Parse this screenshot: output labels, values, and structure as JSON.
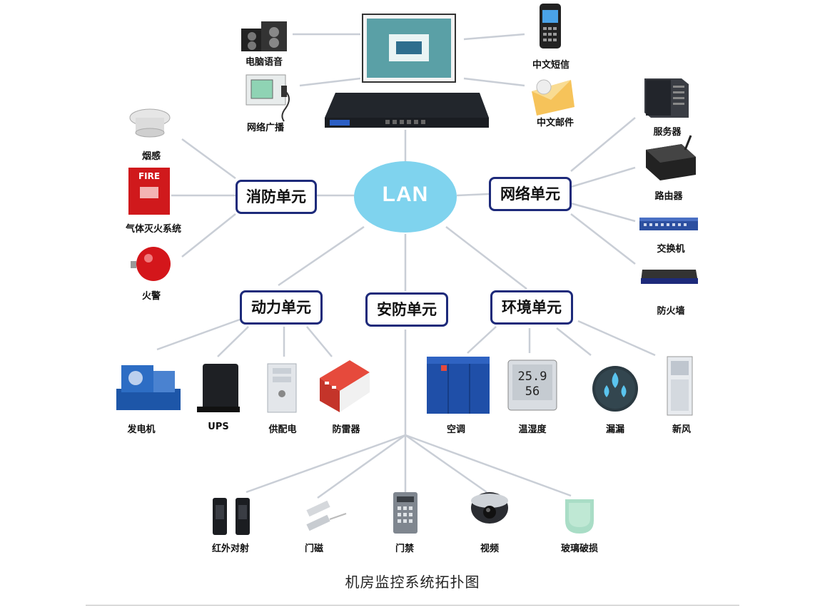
{
  "hub": {
    "label": "LAN"
  },
  "units": {
    "fire": "消防单元",
    "network": "网络单元",
    "power": "动力单元",
    "security": "安防单元",
    "environment": "环境单元"
  },
  "devices": {
    "speaker": "电脑语音",
    "broadcast": "网络广播",
    "sms": "中文短信",
    "email": "中文邮件",
    "smoke": "烟感",
    "gas_suppression": "气体灭火系统",
    "fire_alarm": "火警",
    "server": "服务器",
    "router": "路由器",
    "switch": "交换机",
    "firewall": "防火墙",
    "generator": "发电机",
    "ups": "UPS",
    "power_dist": "供配电",
    "surge": "防雷器",
    "ac": "空调",
    "temp_humidity": "温湿度",
    "leak": "漏漏",
    "fresh_air": "新风",
    "infrared": "红外对射",
    "door_magnet": "门磁",
    "access": "门禁",
    "video": "视频",
    "glass_break": "玻璃破损"
  },
  "thermo_display": {
    "temp": "25.9",
    "humidity": "56"
  },
  "fire_sign": "FIRE",
  "caption": "机房监控系统拓扑图",
  "colors": {
    "hub": "#7fd3ee",
    "unit_border": "#1d2a7a",
    "lines": "#c9ced6"
  }
}
